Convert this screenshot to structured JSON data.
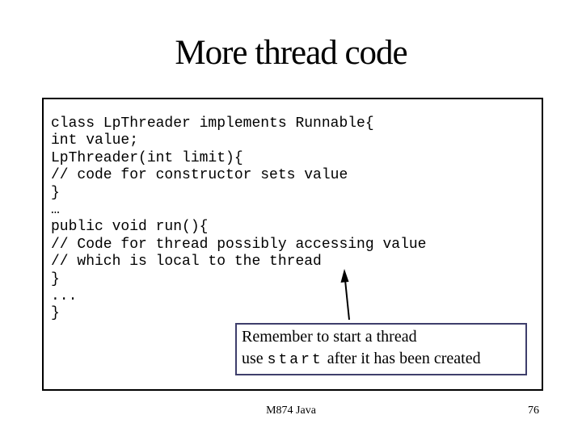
{
  "slide": {
    "title": "More thread code",
    "code_lines": [
      "class LpThreader implements Runnable{",
      "int value;",
      "LpThreader(int limit){",
      "// code for constructor sets value",
      "}",
      "…",
      "public void run(){",
      "// Code for thread possibly accessing value",
      "// which is local to the thread",
      "}",
      "...",
      "}"
    ],
    "callout": {
      "line1": "Remember to start a thread",
      "line2_prefix": "use ",
      "line2_code": "start",
      "line2_suffix": " after it has been created"
    },
    "footer": {
      "course": "M874 Java",
      "page": "76"
    },
    "colors": {
      "background": "#ffffff",
      "text": "#000000",
      "code_box_border": "#000000",
      "callout_border": "#3e3e6b",
      "arrow": "#000000"
    }
  }
}
